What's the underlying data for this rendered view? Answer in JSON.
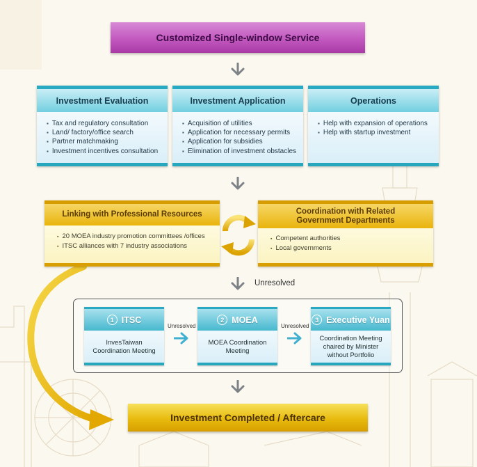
{
  "header": {
    "title": "Customized Single-window Service"
  },
  "services": [
    {
      "title": "Investment Evaluation",
      "items": [
        "Tax and regulatory consultation",
        "Land/ factory/office search",
        "Partner matchmaking",
        "Investment incentives consultation"
      ]
    },
    {
      "title": "Investment Application",
      "items": [
        "Acquisition of utilities",
        "Application for necessary permits",
        "Application for subsidies",
        "Elimination of investment obstacles"
      ]
    },
    {
      "title": "Operations",
      "items": [
        "Help with expansion of operations",
        "Help with startup investment"
      ]
    }
  ],
  "resources": {
    "linking": {
      "title": "Linking with Professional Resources",
      "items": [
        "20 MOEA industry promotion  committees /offices",
        "ITSC alliances with 7 industry associations"
      ]
    },
    "coordination": {
      "title_line1": "Coordination with Related",
      "title_line2": "Government Departments",
      "items": [
        "Competent authorities",
        "Local governments"
      ]
    }
  },
  "unresolved_label": "Unresolved",
  "escalation": [
    {
      "number": "1",
      "title": "ITSC",
      "desc_line1": "InvesTaiwan",
      "desc_line2": "Coordination Meeting",
      "desc_line3": ""
    },
    {
      "number": "2",
      "title": "MOEA",
      "desc_line1": "MOEA Coordination",
      "desc_line2": "Meeting",
      "desc_line3": ""
    },
    {
      "number": "3",
      "title": "Executive Yuan",
      "desc_line1": "Coordination Meeting",
      "desc_line2": "chaired by Minister",
      "desc_line3": "without Portfolio"
    }
  ],
  "escalation_unresolved": [
    "Unresolved",
    "Unresolved"
  ],
  "footer": {
    "title": "Investment Completed / Aftercare"
  },
  "colors": {
    "purple_banner": "#c259bf",
    "teal_header": "#28aac2",
    "yellow_header": "#e9b40c",
    "arrow_gray": "#7d8287",
    "arrow_blue": "#3fb0cf"
  }
}
